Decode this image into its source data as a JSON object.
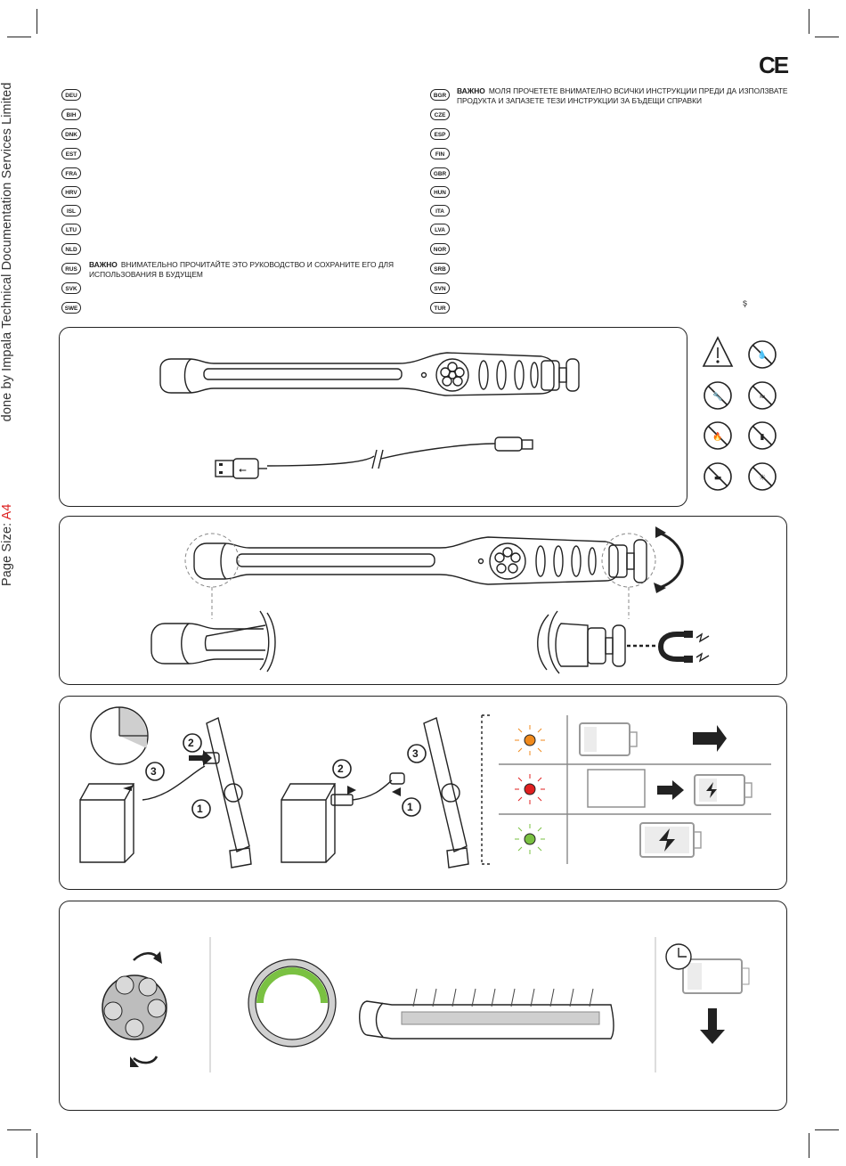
{
  "sidebar": {
    "prefix": "Page Size: ",
    "size": "A4",
    "credit": "done by Impala Technical Documentation Services Limited"
  },
  "marks": {
    "ce": "CE"
  },
  "languages_left": [
    {
      "code": "DEU",
      "text": ""
    },
    {
      "code": "BIH",
      "text": ""
    },
    {
      "code": "DNK",
      "text": ""
    },
    {
      "code": "EST",
      "text": ""
    },
    {
      "code": "FRA",
      "text": ""
    },
    {
      "code": "HRV",
      "text": ""
    },
    {
      "code": "ISL",
      "text": ""
    },
    {
      "code": "LTU",
      "text": ""
    },
    {
      "code": "NLD",
      "text": ""
    },
    {
      "code": "RUS",
      "label": "ВАЖНО",
      "text": "ВНИМАТЕЛЬНО ПРОЧИТАЙТЕ ЭТО РУКОВОДСТВО И СОХРАНИТЕ ЕГО ДЛЯ",
      "text2": "ИСПОЛЬЗОВАНИЯ В БУДУЩЕМ"
    },
    {
      "code": "SVK",
      "text": ""
    },
    {
      "code": "SWE",
      "text": ""
    }
  ],
  "languages_right": [
    {
      "code": "BGR",
      "label": "ВАЖНО",
      "text": "МОЛЯ ПРОЧЕТЕТЕ ВНИМАТЕЛНО ВСИЧКИ ИНСТРУКЦИИ  ПРЕДИ ДА ИЗПОЛЗВАТЕ",
      "text2": "ПРОДУКТА И ЗАПАЗЕТЕ ТЕЗИ ИНСТРУКЦИИ ЗА БЪДЕЩИ СПРАВКИ"
    },
    {
      "code": "CZE",
      "text": ""
    },
    {
      "code": "ESP",
      "text": ""
    },
    {
      "code": "FIN",
      "text": ""
    },
    {
      "code": "GBR",
      "text": ""
    },
    {
      "code": "HUN",
      "text": ""
    },
    {
      "code": "ITA",
      "text": ""
    },
    {
      "code": "LVA",
      "text": ""
    },
    {
      "code": "NOR",
      "text": ""
    },
    {
      "code": "SRB",
      "text": ""
    },
    {
      "code": "SVN",
      "text": ""
    },
    {
      "code": "TUR",
      "text": ""
    }
  ],
  "stray_char": "ş",
  "charging": {
    "step_labels": [
      "1",
      "2",
      "3"
    ],
    "led_colors": {
      "orange": "#f08a1c",
      "red": "#e02020",
      "green": "#7ac142"
    }
  }
}
